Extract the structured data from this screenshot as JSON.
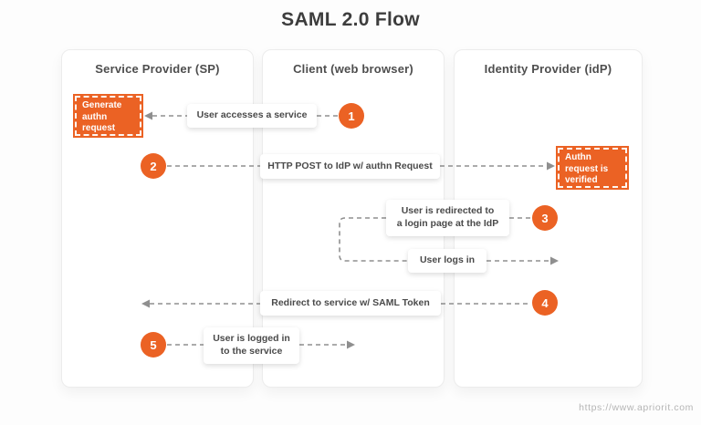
{
  "title": "SAML 2.0 Flow",
  "footer_url": "https://www.apriorit.com",
  "colors": {
    "orange": "#EB6224",
    "line": "#8F8F8F",
    "text_dark": "#4A4A4A"
  },
  "lanes": {
    "sp": "Service Provider (SP)",
    "client": "Client (web browser)",
    "idp": "Identity Provider (idP)"
  },
  "steps": {
    "s1": {
      "num": "1",
      "label": "User accesses a service"
    },
    "s2": {
      "num": "2",
      "label": "HTTP POST to IdP w/ authn Request"
    },
    "s3": {
      "num": "3",
      "label": "User is redirected to\na login page at the IdP"
    },
    "s3b": {
      "label": "User logs in"
    },
    "s4": {
      "num": "4",
      "label": "Redirect to service w/ SAML Token"
    },
    "s5": {
      "num": "5",
      "label": "User is logged in\nto the service"
    }
  },
  "actions": {
    "generate_authn": "Generate\nauthn\nrequest",
    "authn_verified": "Authn\nrequest is\nverified"
  }
}
